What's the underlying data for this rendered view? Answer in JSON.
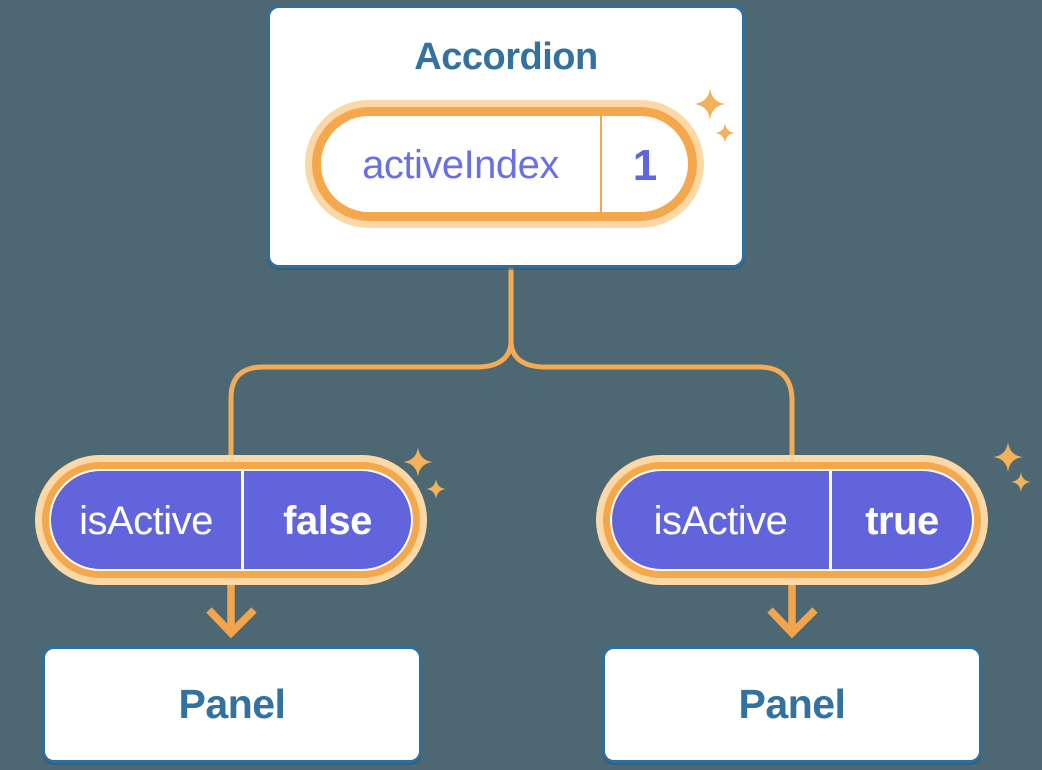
{
  "accordion": {
    "title": "Accordion",
    "state": {
      "label": "activeIndex",
      "value": "1"
    }
  },
  "branches": {
    "left": {
      "prop_label": "isActive",
      "prop_value": "false",
      "panel_title": "Panel"
    },
    "right": {
      "prop_label": "isActive",
      "prop_value": "true",
      "panel_title": "Panel"
    }
  },
  "colors": {
    "background": "#4D6872",
    "box_border_blue": "#2E6F9E",
    "heading_blue": "#33719F",
    "accent_orange_ring": "#F5A74B",
    "halo_orange": "#FBD8A6",
    "connector_orange": "#F3AC55",
    "sparkle_orange": "#F4B15C",
    "purple_fill": "#6164DB",
    "purple_text": "#6A70E3",
    "white": "#FFFFFF"
  }
}
